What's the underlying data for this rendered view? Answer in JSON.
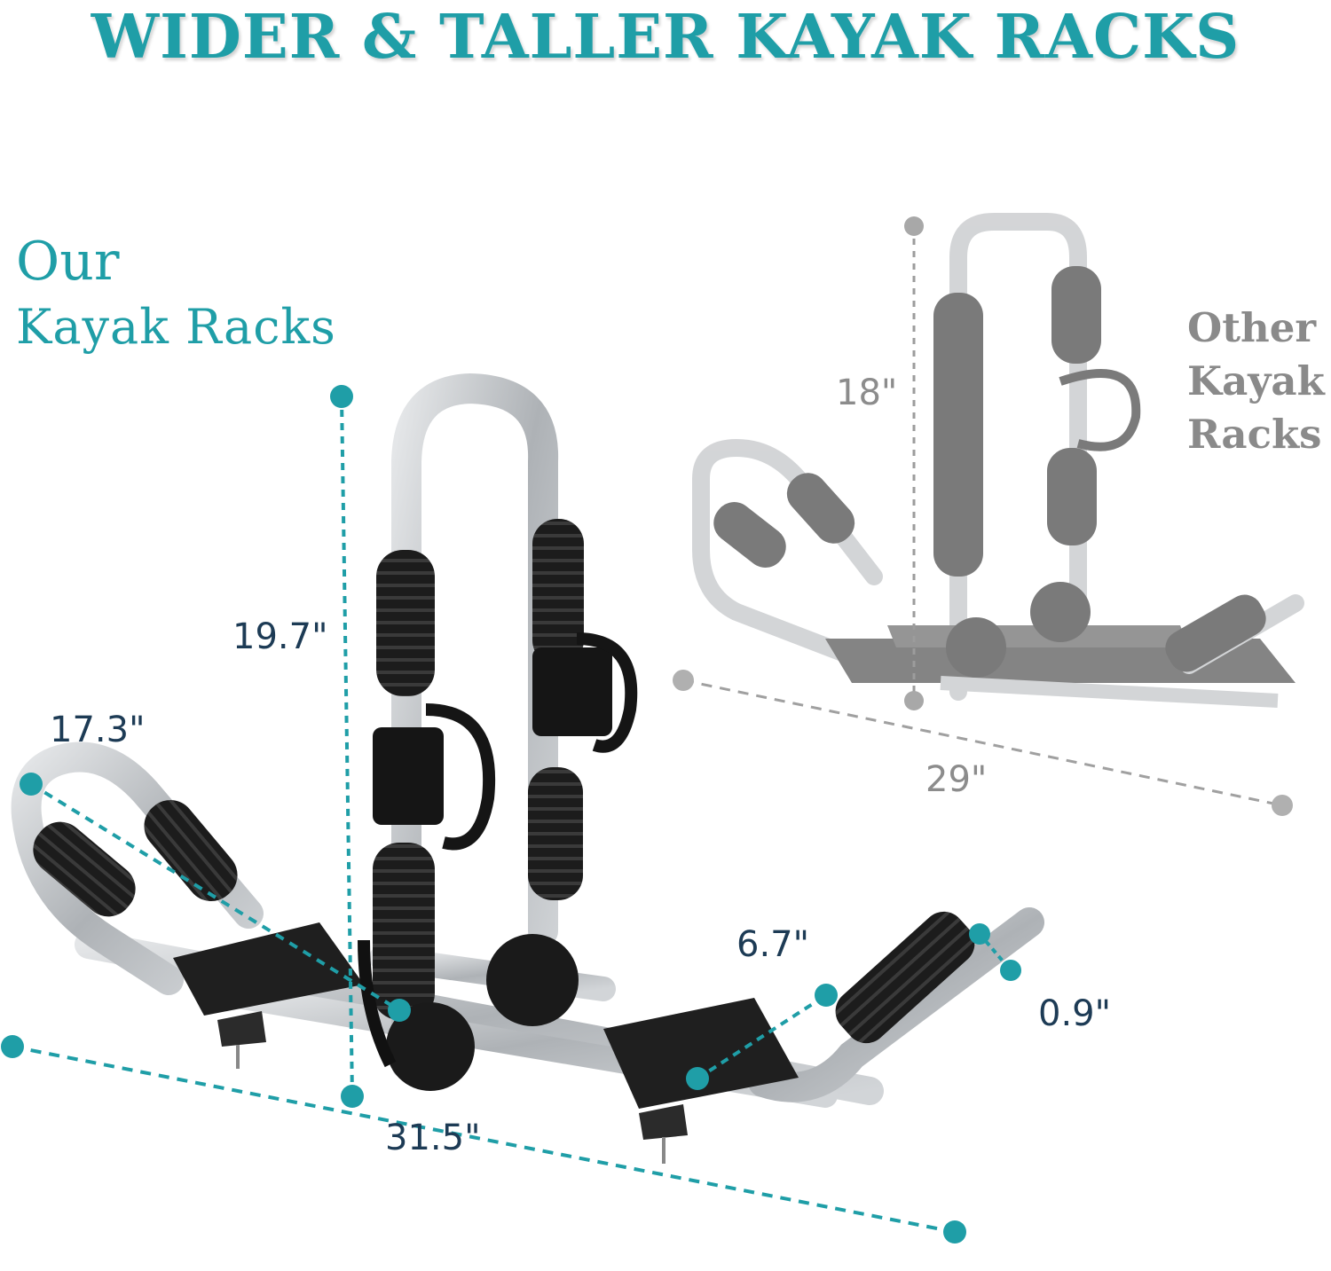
{
  "header": {
    "title": "WIDER & TALLER KAYAK RACKS"
  },
  "ours": {
    "label_line1": "Our",
    "label_line2": "Kayak Racks",
    "height": "19.7\"",
    "arm_length": "17.3\"",
    "width": "31.5\"",
    "pad_width": "6.7\"",
    "tube_diameter": "0.9\""
  },
  "others": {
    "label_line1": "Other",
    "label_line2": "Kayak",
    "label_line3": "Racks",
    "height": "18\"",
    "width": "29\""
  },
  "colors": {
    "teal": "#1f9ea7",
    "navy": "#1d3b55",
    "gray": "#8c8c8c"
  }
}
